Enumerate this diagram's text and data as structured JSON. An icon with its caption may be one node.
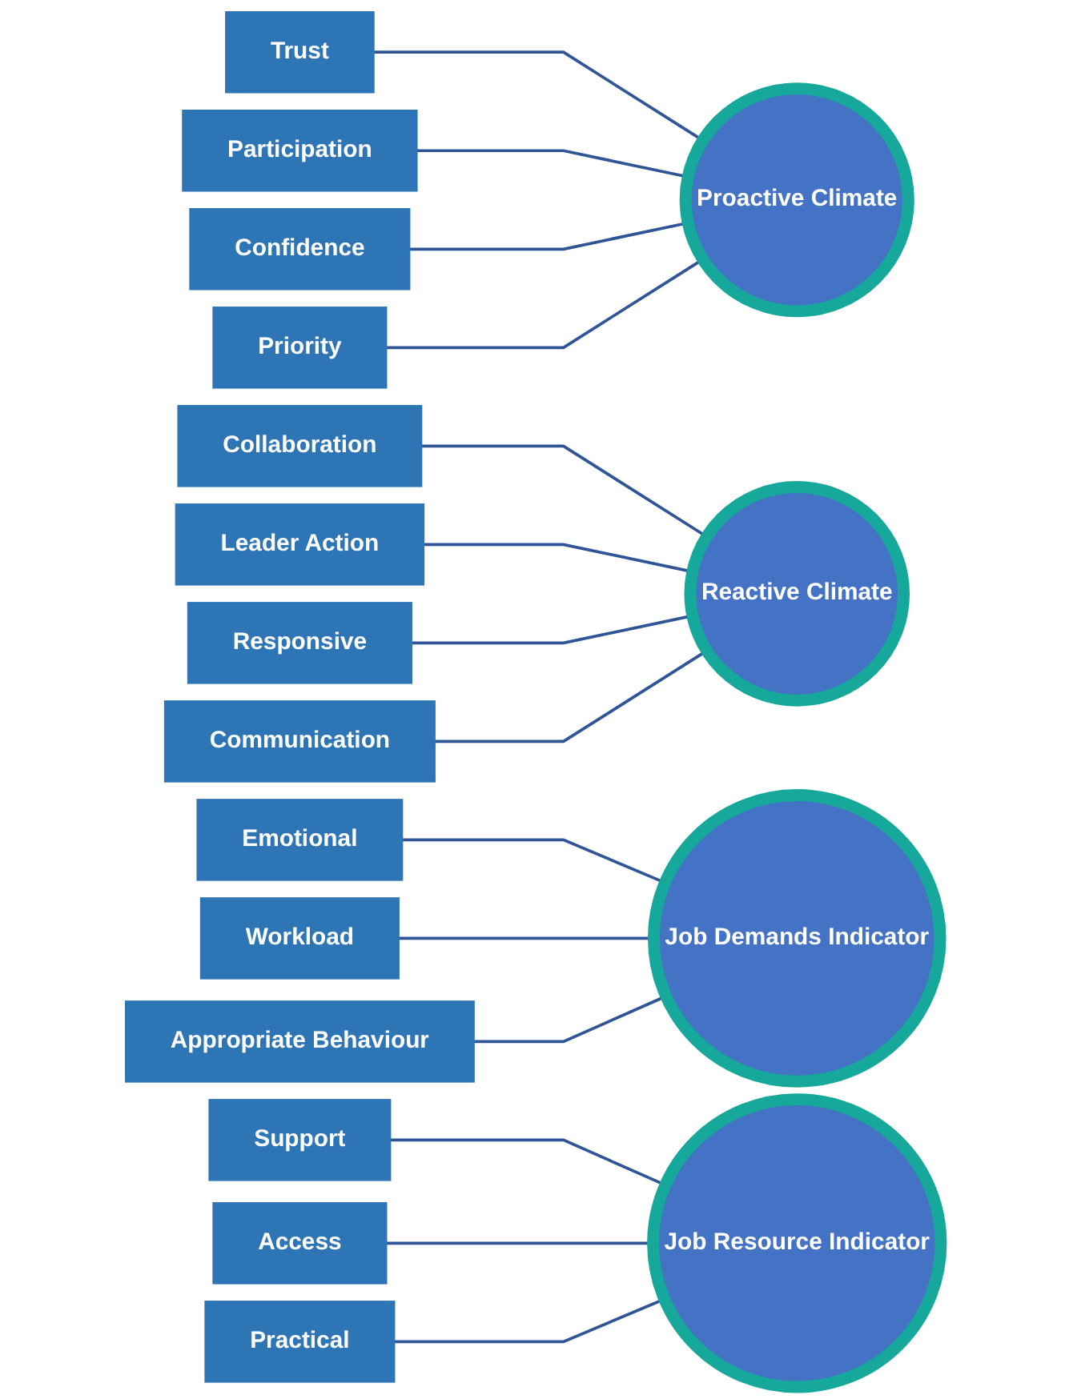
{
  "diagram": {
    "nodes": [
      {
        "text": [
          "Trust"
        ]
      },
      {
        "text": [
          "Participation"
        ]
      },
      {
        "text": [
          "Confidence"
        ]
      },
      {
        "text": [
          "Priority"
        ]
      },
      {
        "text": [
          "Proactive Climate"
        ]
      },
      {
        "text": [
          "Collaboration"
        ]
      },
      {
        "text": [
          "Leader Action"
        ]
      },
      {
        "text": [
          "Responsive"
        ]
      },
      {
        "text": [
          "Communication"
        ]
      },
      {
        "text": [
          "Reactive Climate"
        ]
      },
      {
        "text": [
          "Emotional"
        ]
      },
      {
        "text": [
          "Workload"
        ]
      },
      {
        "text": [
          "Appropriate Behaviour"
        ]
      },
      {
        "text": [
          "Job Demands Indicator"
        ]
      },
      {
        "text": [
          "Support"
        ]
      },
      {
        "text": [
          "Access"
        ]
      },
      {
        "text": [
          "Practical"
        ]
      },
      {
        "text": [
          "Job Resource Indicator"
        ]
      }
    ],
    "edges": [
      {
        "from": 0,
        "to": 4,
        "arrow": "none"
      },
      {
        "from": 1,
        "to": 4,
        "arrow": "none"
      },
      {
        "from": 2,
        "to": 4,
        "arrow": "none"
      },
      {
        "from": 3,
        "to": 4,
        "arrow": "none"
      },
      {
        "from": 5,
        "to": 9,
        "arrow": "none"
      },
      {
        "from": 6,
        "to": 9,
        "arrow": "none"
      },
      {
        "from": 7,
        "to": 9,
        "arrow": "none"
      },
      {
        "from": 8,
        "to": 9,
        "arrow": "none"
      },
      {
        "from": 10,
        "to": 13,
        "arrow": "none"
      },
      {
        "from": 11,
        "to": 13,
        "arrow": "none"
      },
      {
        "from": 12,
        "to": 13,
        "arrow": "none"
      },
      {
        "from": 14,
        "to": 17,
        "arrow": "none"
      },
      {
        "from": 15,
        "to": 17,
        "arrow": "none"
      },
      {
        "from": 16,
        "to": 17,
        "arrow": "none"
      }
    ]
  }
}
